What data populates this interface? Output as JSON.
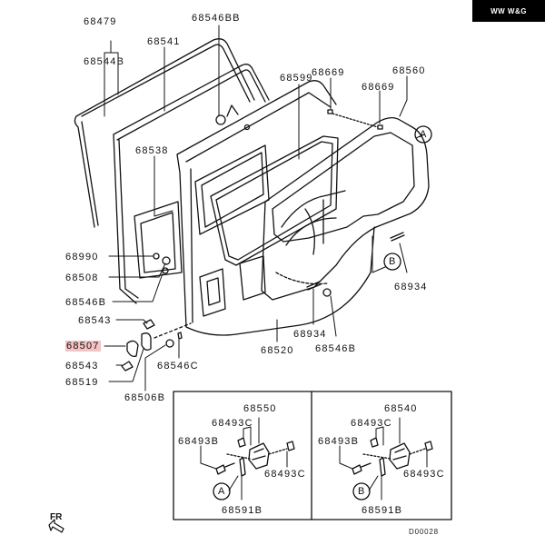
{
  "badge": {
    "text": "WW W&G"
  },
  "diagram": {
    "title_code": "D00028",
    "direction_marker": "FR",
    "highlight_color": "#f4c3c3",
    "callouts": {
      "a": "A",
      "b": "B"
    },
    "parts": {
      "p68479": "68479",
      "p68544B": "68544B",
      "p68541": "68541",
      "p68546BB": "68546BB",
      "p68599": "68599",
      "p68669a": "68669",
      "p68669b": "68669",
      "p68560": "68560",
      "p68538": "68538",
      "p68990": "68990",
      "p68508": "68508",
      "p68546B_left": "68546B",
      "p68543_top": "68543",
      "p68507": "68507",
      "p68543_bottom": "68543",
      "p68519": "68519",
      "p68506B": "68506B",
      "p68546C": "68546C",
      "p68520": "68520",
      "p68934_mid": "68934",
      "p68546B_mid": "68546B",
      "p68934_right": "68934"
    },
    "detail_a": {
      "p68550": "68550",
      "p68493C_top": "68493C",
      "p68493B": "68493B",
      "p68493C_right": "68493C",
      "p68591B": "68591B",
      "callout": "A"
    },
    "detail_b": {
      "p68540": "68540",
      "p68493C_top": "68493C",
      "p68493B": "68493B",
      "p68493C_right": "68493C",
      "p68591B": "68591B",
      "callout": "B"
    },
    "highlighted_part": "68507"
  }
}
